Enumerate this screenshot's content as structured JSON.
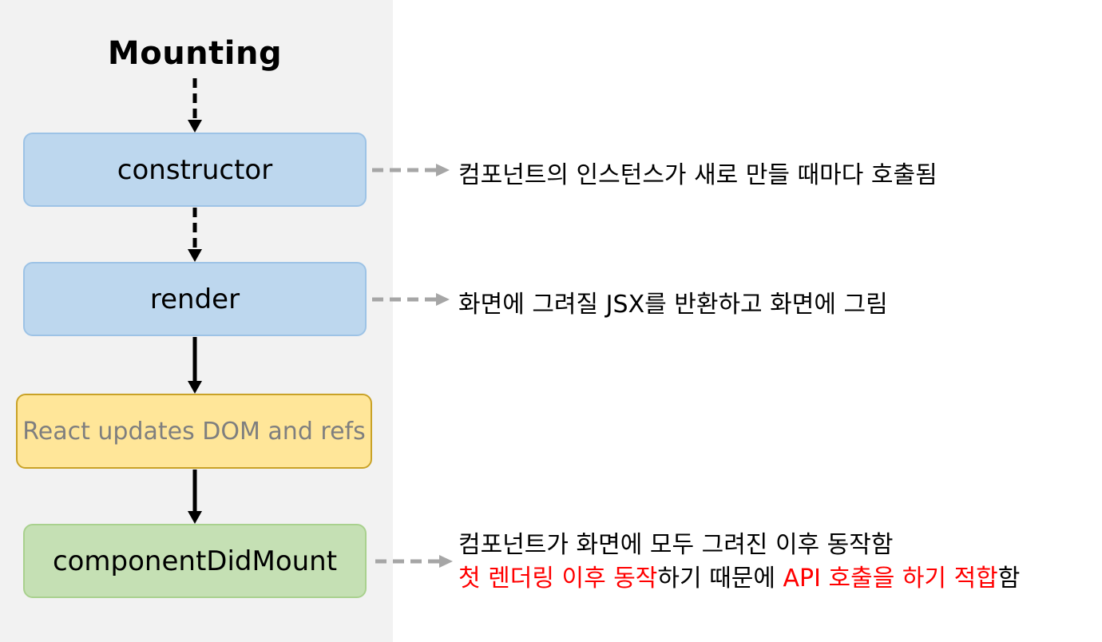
{
  "title": "Mounting",
  "boxes": {
    "constructor": "constructor",
    "render": "render",
    "react_updates": "React updates DOM and refs",
    "component_did_mount": "componentDidMount"
  },
  "notes": {
    "constructor": "컴포넌트의 인스턴스가 새로 만들 때마다 호출됨",
    "render": "화면에 그려질 JSX를 반환하고 화면에 그림",
    "component_did_mount_line1": "컴포넌트가 화면에 모두 그려진 이후 동작함",
    "component_did_mount_line2": {
      "part1": "첫 렌더링 이후 동작",
      "part2": "하기 때문에 ",
      "part3": "API 호출을 하기 적합",
      "part4": "함"
    }
  },
  "colors": {
    "panel": "#f2f2f2",
    "blue_box": "#bdd7ee",
    "yellow_box": "#ffe699",
    "green_box": "#c5e0b4",
    "highlight": "#ff0000",
    "dashed_arrow": "#a6a6a6"
  }
}
